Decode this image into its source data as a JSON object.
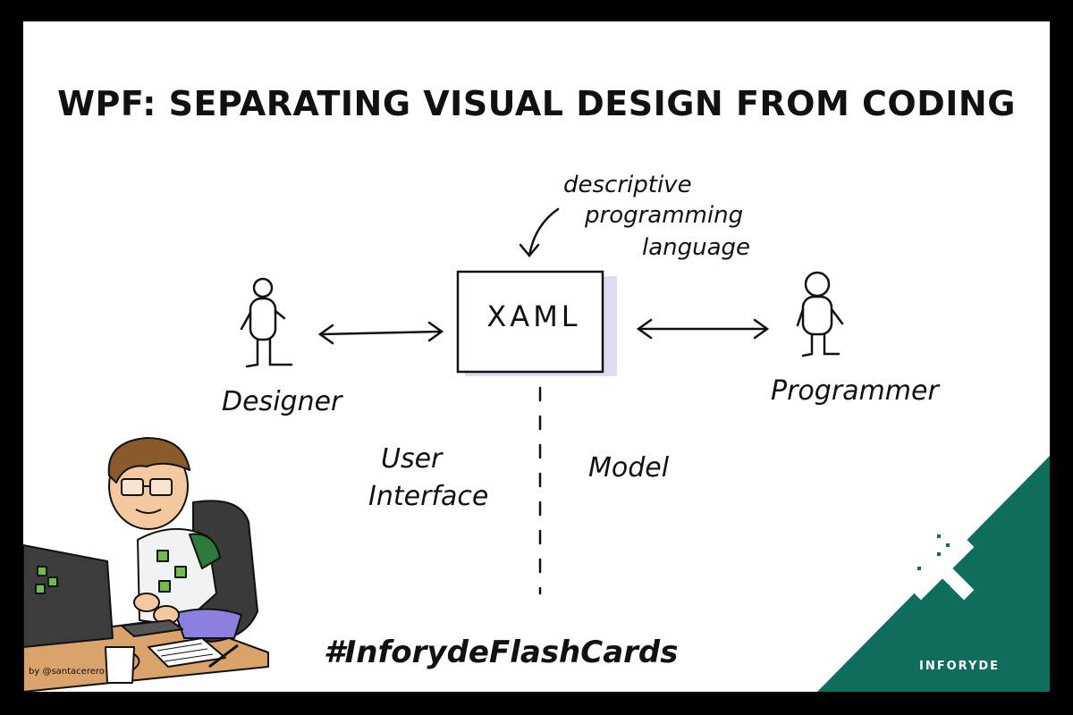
{
  "title": "WPF: SEPARATING VISUAL DESIGN FROM CODING",
  "annotation": [
    "descriptive",
    "programming",
    "language"
  ],
  "center_box": "XAML",
  "left_actor": "Designer",
  "right_actor": "Programmer",
  "left_region": [
    "User",
    "Interface"
  ],
  "right_region": "Model",
  "hashtag": "#InforydeFlashCards",
  "credit": "by @santacerero",
  "brand": "INFORYDE",
  "colors": {
    "brand_green": "#0f6e5b",
    "box_shadow": "#dcdcf4",
    "frame": "#000000"
  }
}
